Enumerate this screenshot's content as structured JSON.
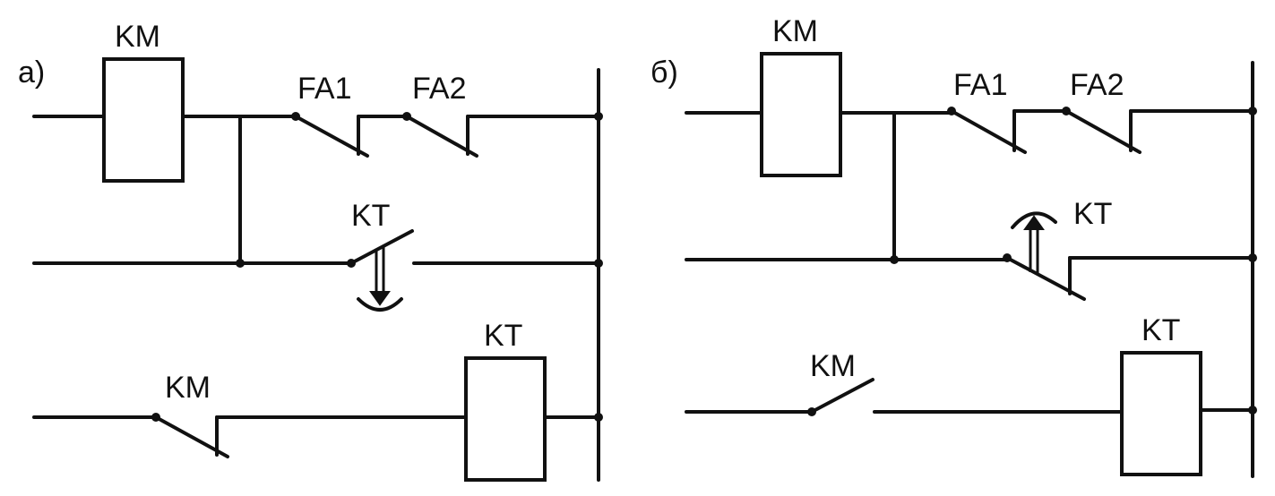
{
  "diagram": {
    "colors": {
      "ink": "#111111",
      "background": "#ffffff"
    },
    "panel_a": {
      "label": "а)",
      "coil_km": "KM",
      "contact_fa1": "FA1",
      "contact_fa2": "FA2",
      "contact_kt": "KT",
      "contact_km": "KM",
      "coil_kt": "KT"
    },
    "panel_b": {
      "label": "б)",
      "coil_km": "KM",
      "contact_fa1": "FA1",
      "contact_fa2": "FA2",
      "contact_kt": "KT",
      "contact_km": "KM",
      "coil_kt": "KT"
    }
  }
}
